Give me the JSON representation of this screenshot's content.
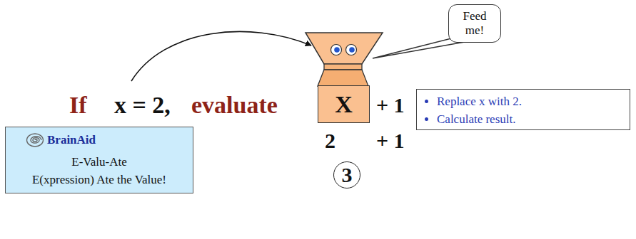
{
  "diagram": {
    "nodes": [
      {
        "text": [
          "Feed me!"
        ]
      },
      {
        "text": [
          "X"
        ]
      },
      {
        "text": [
          "Replace x with 2.",
          "Calculate result."
        ]
      },
      {
        "text": [
          "BrainAid",
          "E-Valu-Ate",
          "E(xpression) Ate the Value!"
        ]
      },
      {
        "text": [
          "3"
        ]
      }
    ],
    "labels": [
      "If",
      "x = 2,",
      "evaluate",
      "+ 1",
      "2",
      "+ 1"
    ]
  }
}
